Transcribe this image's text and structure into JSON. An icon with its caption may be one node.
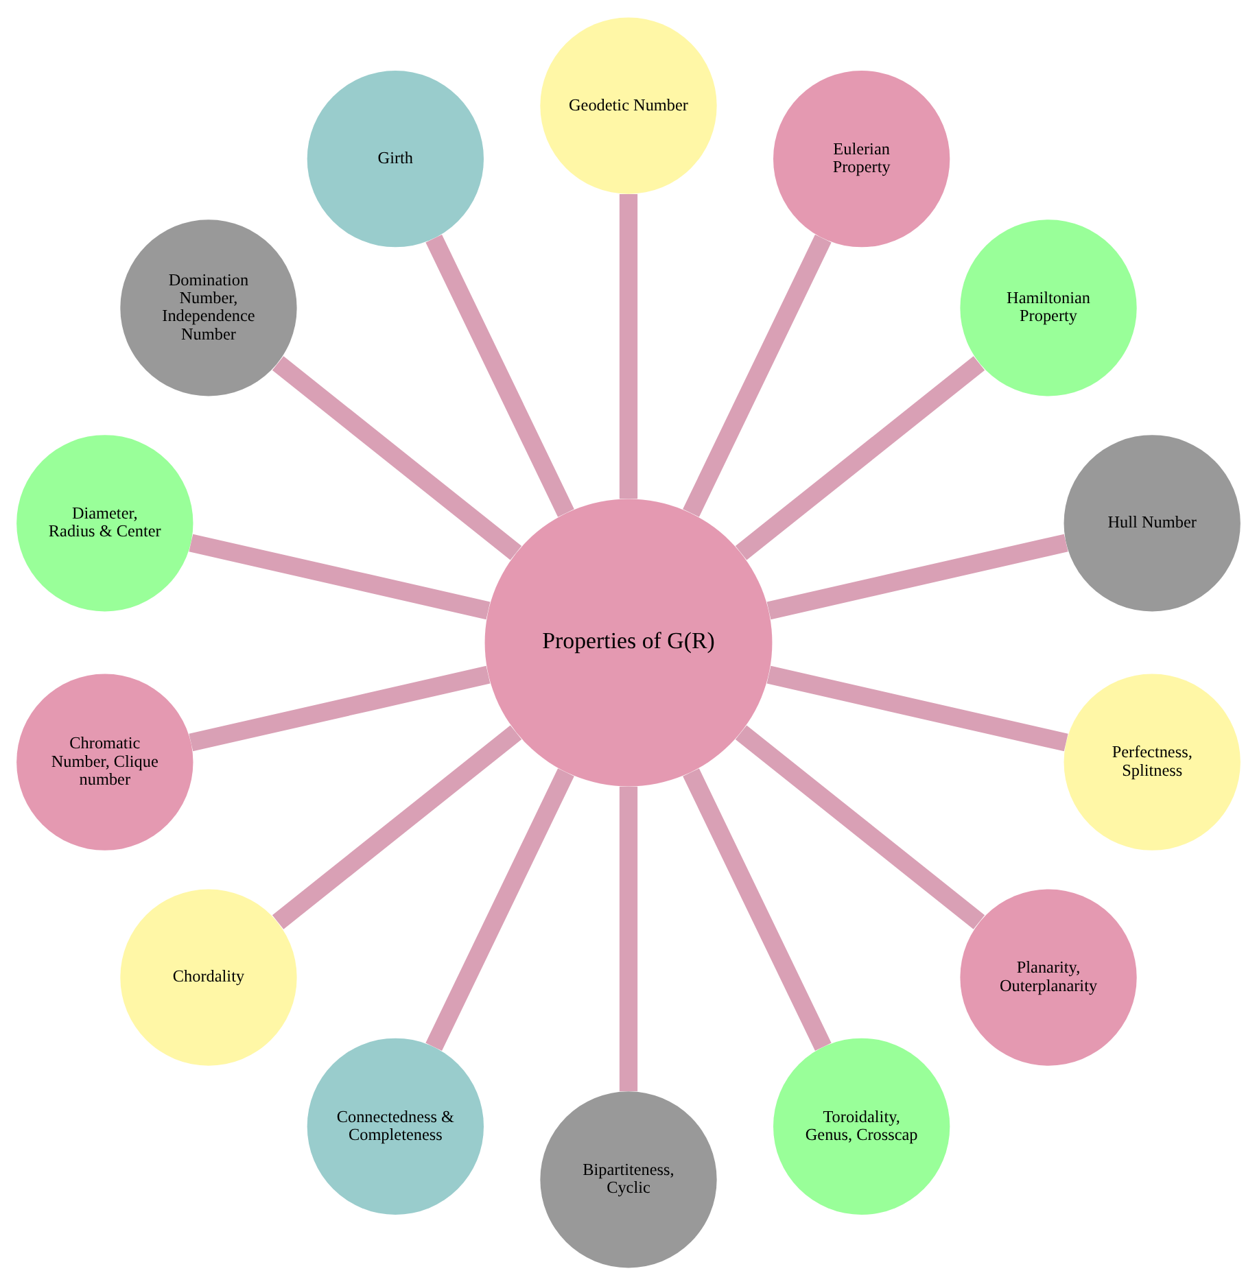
{
  "diagram": {
    "nodes": [
      {
        "text": [
          "Properties of G(R)"
        ]
      },
      {
        "text": [
          "Hull Number"
        ]
      },
      {
        "text": [
          "Hamiltonian Property"
        ]
      },
      {
        "text": [
          "Eulerian Property"
        ]
      },
      {
        "text": [
          "Geodetic Number"
        ]
      },
      {
        "text": [
          "Girth"
        ]
      },
      {
        "text": [
          "Domination Number, Independence Number"
        ]
      },
      {
        "text": [
          "Diameter, Radius & Center"
        ]
      },
      {
        "text": [
          "Chromatic Number, Clique number"
        ]
      },
      {
        "text": [
          "Chordality"
        ]
      },
      {
        "text": [
          "Connectedness & Completeness"
        ]
      },
      {
        "text": [
          "Bipartiteness, Cyclic"
        ]
      },
      {
        "text": [
          "Toroidality, Genus, Crosscap"
        ]
      },
      {
        "text": [
          "Planarity, Outerplanarity"
        ]
      },
      {
        "text": [
          "Perfectness, Splitness"
        ]
      }
    ],
    "edges": [
      {
        "from": 0,
        "to": 1,
        "arrow": "none"
      },
      {
        "from": 0,
        "to": 2,
        "arrow": "none"
      },
      {
        "from": 0,
        "to": 3,
        "arrow": "none"
      },
      {
        "from": 0,
        "to": 4,
        "arrow": "none"
      },
      {
        "from": 0,
        "to": 5,
        "arrow": "none"
      },
      {
        "from": 0,
        "to": 6,
        "arrow": "none"
      },
      {
        "from": 0,
        "to": 7,
        "arrow": "none"
      },
      {
        "from": 0,
        "to": 8,
        "arrow": "none"
      },
      {
        "from": 0,
        "to": 9,
        "arrow": "none"
      },
      {
        "from": 0,
        "to": 10,
        "arrow": "none"
      },
      {
        "from": 0,
        "to": 11,
        "arrow": "none"
      },
      {
        "from": 0,
        "to": 12,
        "arrow": "none"
      },
      {
        "from": 0,
        "to": 13,
        "arrow": "none"
      },
      {
        "from": 0,
        "to": 14,
        "arrow": "none"
      }
    ]
  }
}
